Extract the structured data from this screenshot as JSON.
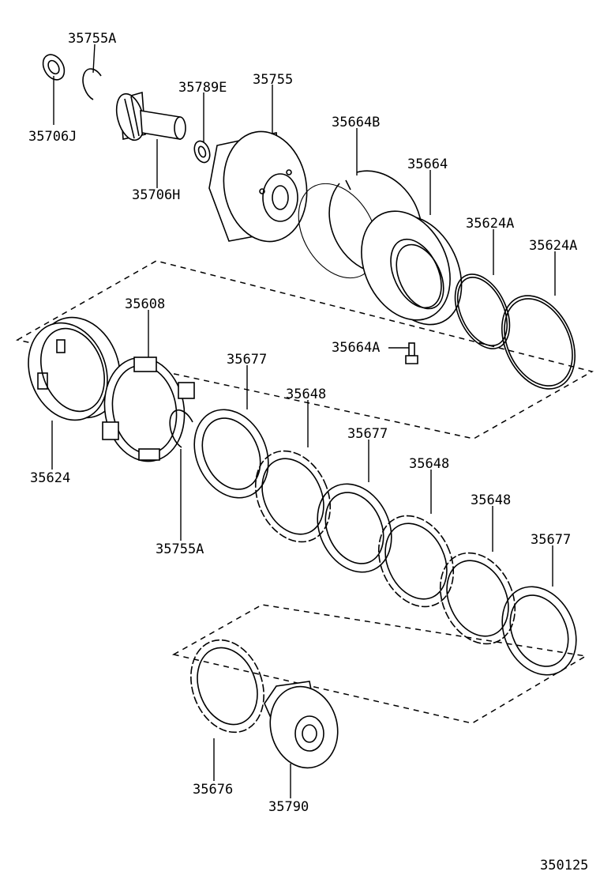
{
  "diagram_id": "350125",
  "labels": {
    "p35755A_top": "35755A",
    "p35706J": "35706J",
    "p35789E": "35789E",
    "p35755": "35755",
    "p35706H": "35706H",
    "p35664B": "35664B",
    "p35664": "35664",
    "p35624A_1": "35624A",
    "p35624A_2": "35624A",
    "p35664A": "35664A",
    "p35608": "35608",
    "p35677_1": "35677",
    "p35648_1": "35648",
    "p35677_2": "35677",
    "p35648_2": "35648",
    "p35648_3": "35648",
    "p35677_3": "35677",
    "p35624": "35624",
    "p35755A_mid": "35755A",
    "p35676": "35676",
    "p35790": "35790"
  }
}
